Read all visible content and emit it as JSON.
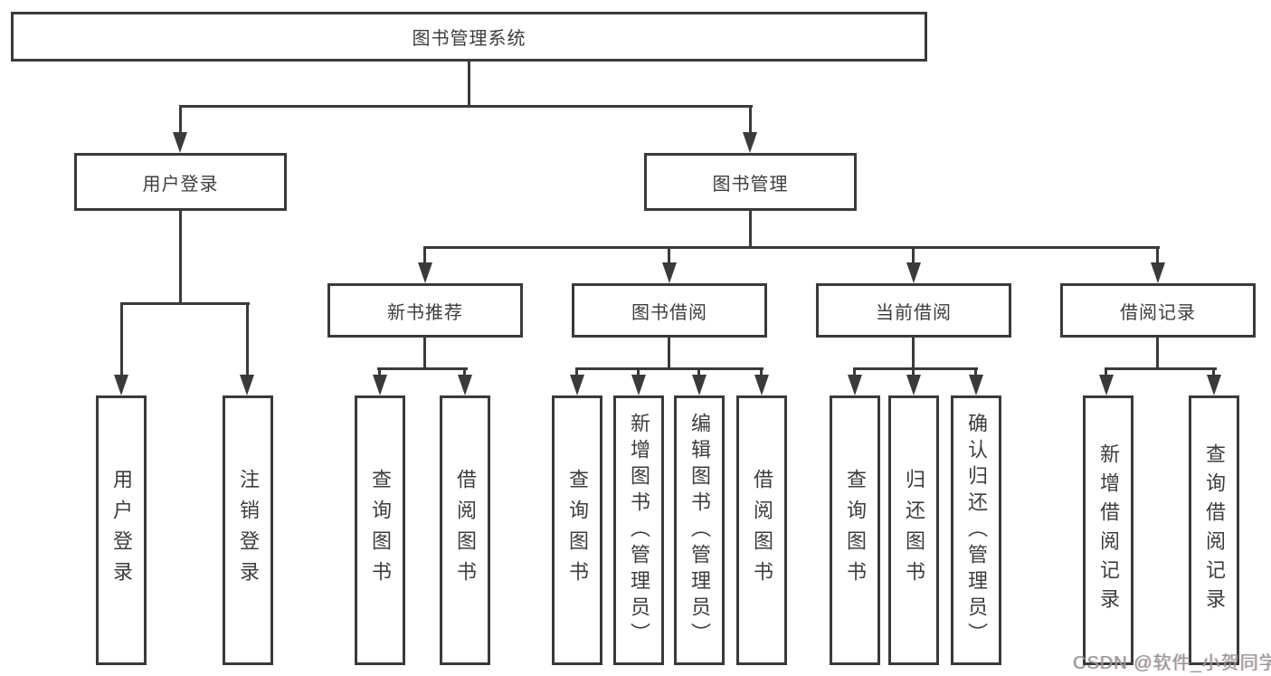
{
  "tree": {
    "root": {
      "label": "图书管理系统",
      "children": [
        {
          "label": "用户登录",
          "children": [
            {
              "label": "用户登录"
            },
            {
              "label": "注销登录"
            }
          ]
        },
        {
          "label": "图书管理",
          "children": [
            {
              "label": "新书推荐",
              "children": [
                {
                  "label": "查询图书"
                },
                {
                  "label": "借阅图书"
                }
              ]
            },
            {
              "label": "图书借阅",
              "children": [
                {
                  "label": "查询图书"
                },
                {
                  "label": "新增图书（管理员）"
                },
                {
                  "label": "编辑图书（管理员）"
                },
                {
                  "label": "借阅图书"
                }
              ]
            },
            {
              "label": "当前借阅",
              "children": [
                {
                  "label": "查询图书"
                },
                {
                  "label": "归还图书"
                },
                {
                  "label": "确认归还（管理员）"
                }
              ]
            },
            {
              "label": "借阅记录",
              "children": [
                {
                  "label": "新增借阅记录"
                },
                {
                  "label": "查询借阅记录"
                }
              ]
            }
          ]
        }
      ]
    }
  },
  "watermark": "CSDN @软件_小贺同学",
  "colors": {
    "line": "#3a3a3a",
    "text": "#3d3d3d",
    "watermark": "#979797",
    "background": "#ffffff"
  }
}
